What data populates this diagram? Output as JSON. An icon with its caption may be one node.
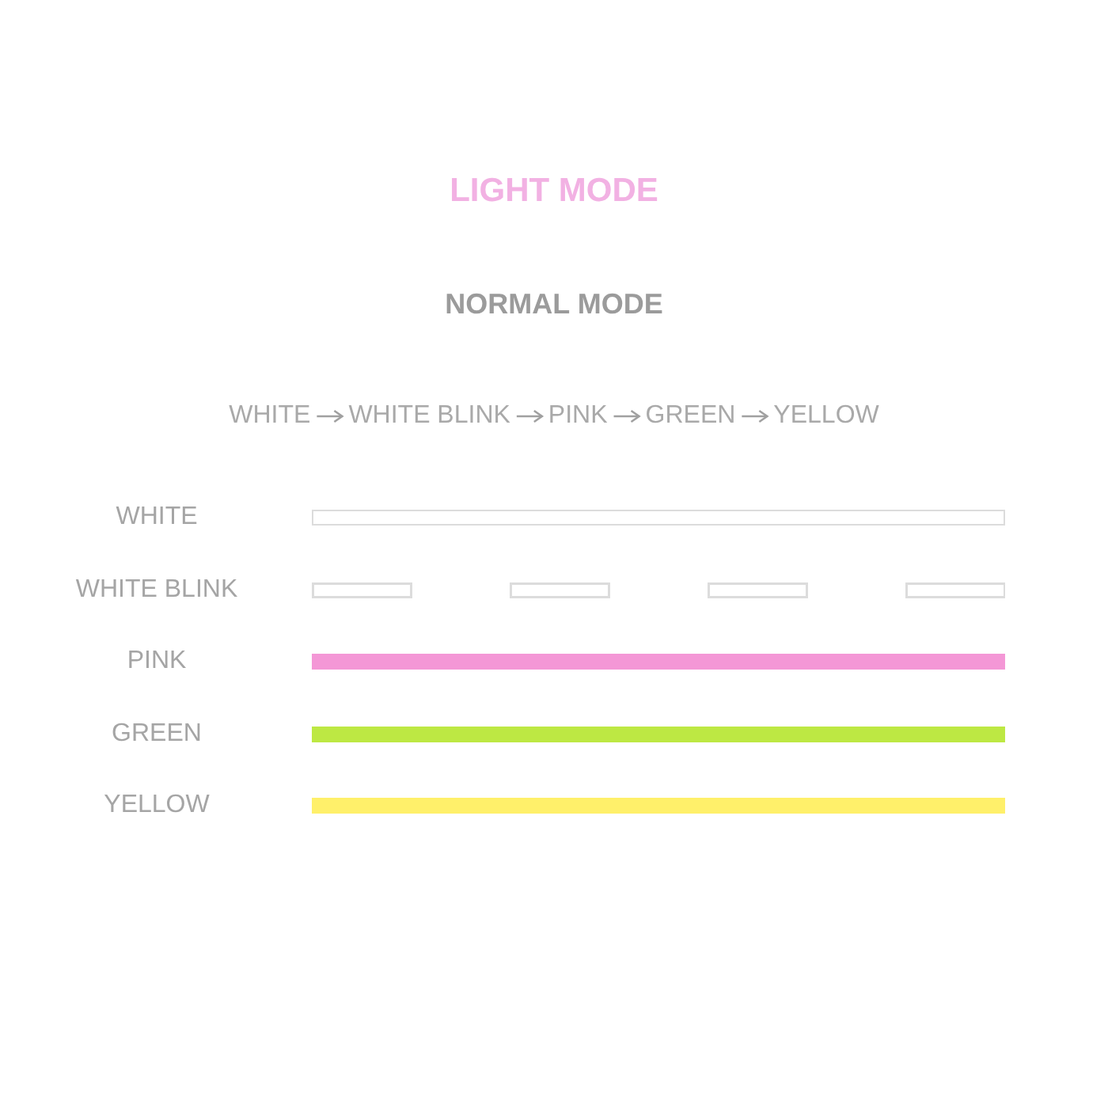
{
  "diagram": {
    "title": "LIGHT MODE",
    "nodes": [
      {
        "text": [
          "WHITE"
        ]
      },
      {
        "text": [
          "WHITE BLINK"
        ]
      },
      {
        "text": [
          "PINK"
        ]
      },
      {
        "text": [
          "GREEN"
        ]
      },
      {
        "text": [
          "YELLOW"
        ]
      }
    ],
    "edges": [
      {
        "from": 0,
        "to": 1,
        "arrow": "to"
      },
      {
        "from": 1,
        "to": 2,
        "arrow": "to"
      },
      {
        "from": 2,
        "to": 3,
        "arrow": "to"
      },
      {
        "from": 3,
        "to": 4,
        "arrow": "to"
      }
    ],
    "labels": [
      "NORMAL MODE"
    ],
    "legend": [
      {
        "text": "WHITE",
        "color": "#ffffff"
      },
      {
        "text": "WHITE BLINK"
      },
      {
        "text": "PINK",
        "color": "#f497d6"
      },
      {
        "text": "GREEN",
        "color": "#bde843"
      },
      {
        "text": "YELLOW",
        "color": "#fff06a"
      }
    ]
  }
}
